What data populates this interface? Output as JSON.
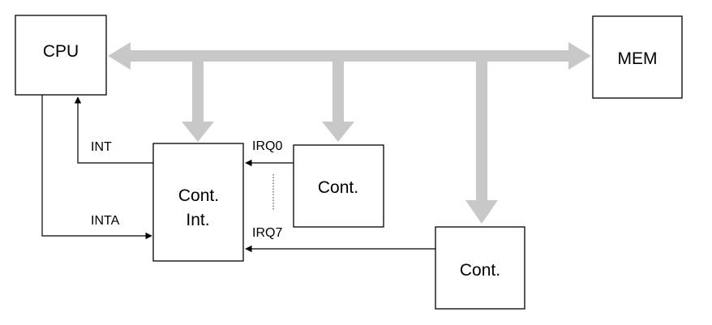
{
  "diagram": {
    "blocks": {
      "cpu": "CPU",
      "mem": "MEM",
      "int_controller_line1": "Cont.",
      "int_controller_line2": "Int.",
      "device_controller_1": "Cont.",
      "device_controller_2": "Cont."
    },
    "signals": {
      "int": "INT",
      "inta": "INTA",
      "irq0": "IRQ0",
      "irq7": "IRQ7"
    },
    "colors": {
      "bus": "#c8c8c8",
      "lines": "#000000",
      "background": "#ffffff"
    }
  }
}
